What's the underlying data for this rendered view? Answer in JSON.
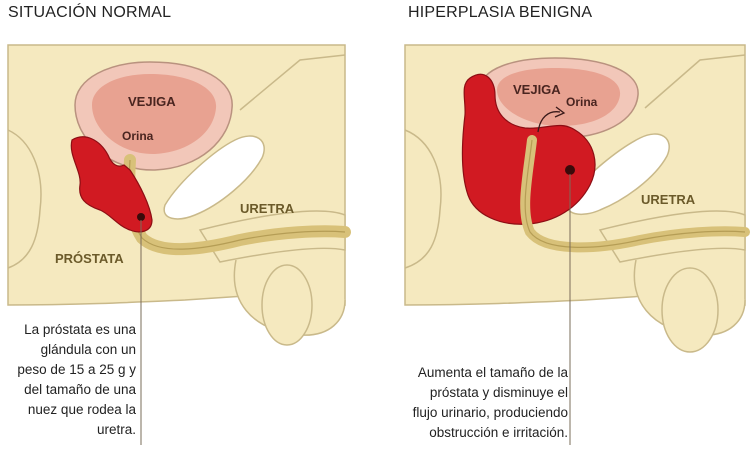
{
  "panels": {
    "left": {
      "title": "SITUACIÓN NORMAL",
      "labels": {
        "vejiga": "VEJIGA",
        "orina": "Orina",
        "uretra": "URETRA",
        "prostata": "PRÓSTATA"
      },
      "caption": [
        "La próstata es una",
        "glándula con un",
        "peso de 15 a 25 g y",
        "del tamaño de una",
        "nuez que rodea la",
        "uretra."
      ]
    },
    "right": {
      "title": "HIPERPLASIA BENIGNA",
      "labels": {
        "vejiga": "VEJIGA",
        "orina": "Orina",
        "uretra": "URETRA"
      },
      "caption": [
        "Aumenta el tamaño de la",
        "próstata y disminuye el",
        "flujo urinario, produciendo",
        "obstrucción e irritación."
      ]
    }
  },
  "colors": {
    "skin": "#f5e9bf",
    "outline": "#c9b98a",
    "bladder_wall": "#f2c7b9",
    "bladder_inner": "#e8a291",
    "prostate": "#d11a22",
    "urethra": "#d8c179",
    "white_organ": "#ffffff"
  }
}
